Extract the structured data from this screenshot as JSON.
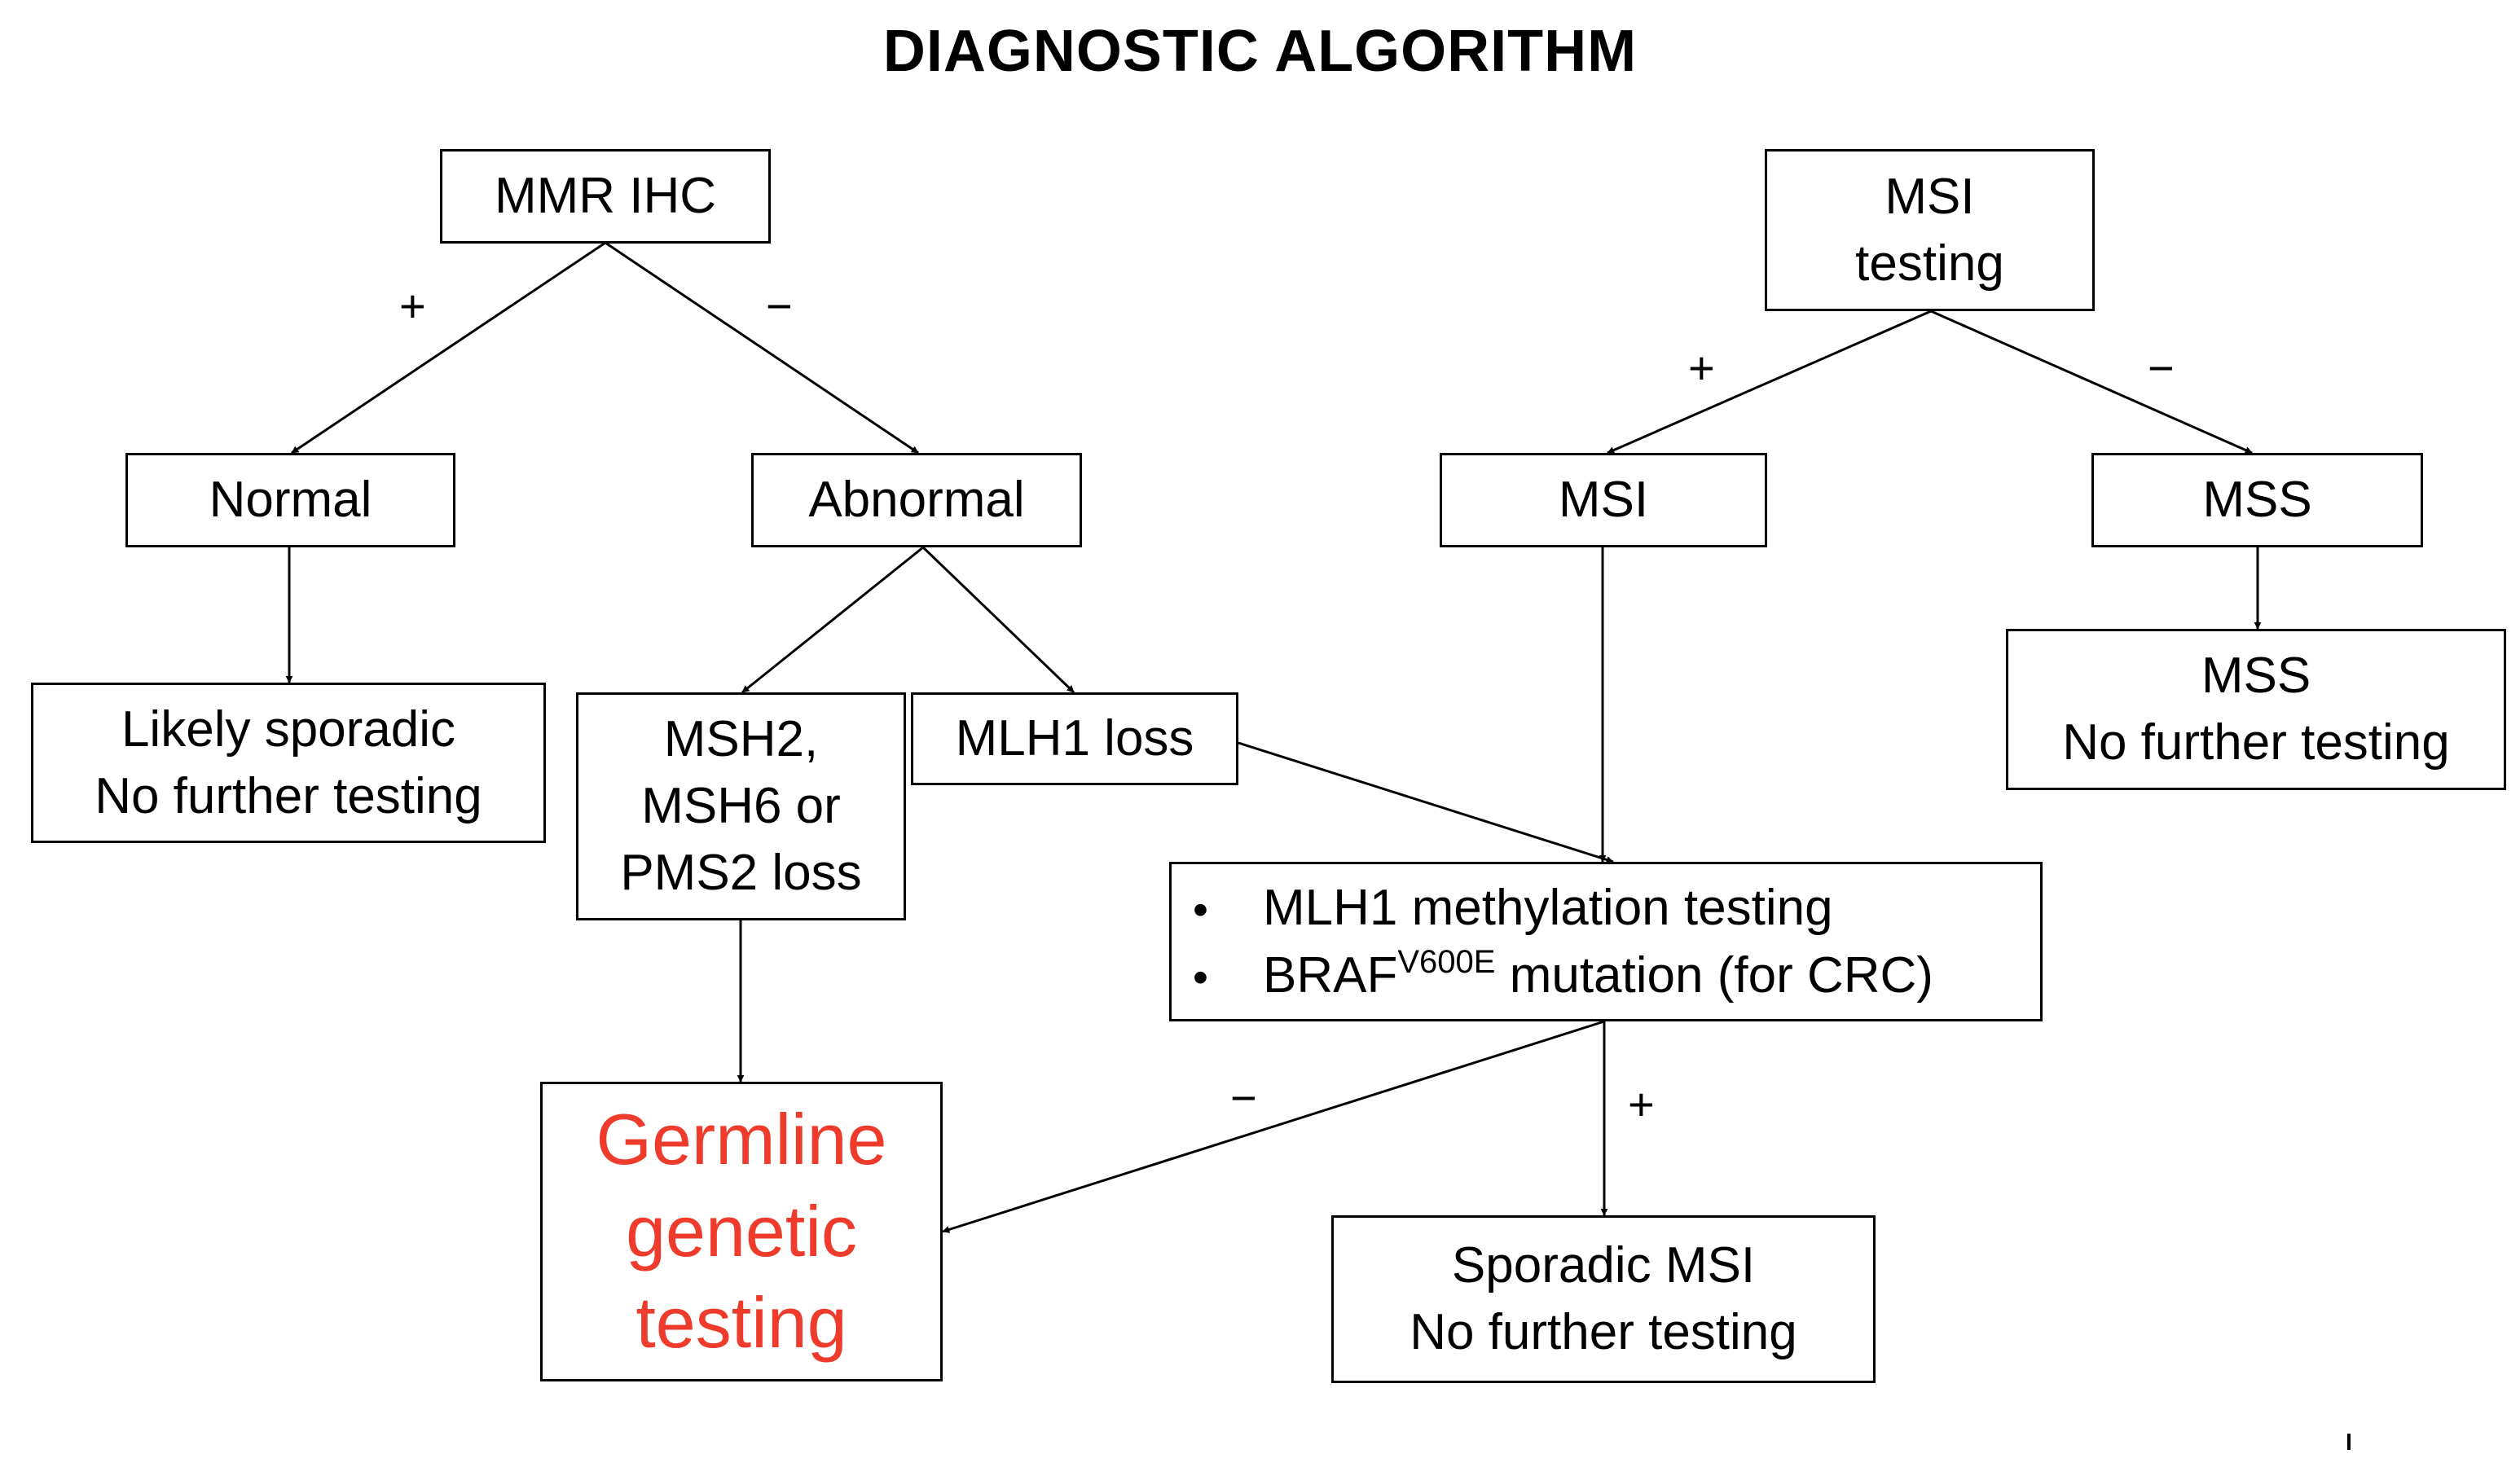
{
  "title": "DIAGNOSTIC ALGORITHM",
  "colors": {
    "germline_text": "#ee3b2c",
    "line": "#000000"
  },
  "nodes": {
    "mmr_ihc": [
      "MMR IHC"
    ],
    "normal": [
      "Normal"
    ],
    "abnormal": [
      "Abnormal"
    ],
    "likely_sporadic": [
      "Likely sporadic",
      "No further testing"
    ],
    "msh2_loss": [
      "MSH2,",
      "MSH6 or",
      "PMS2 loss"
    ],
    "mlh1_loss": [
      "MLH1 loss"
    ],
    "germline": [
      "Germline",
      "genetic",
      "testing"
    ],
    "msi_testing": [
      "MSI",
      "testing"
    ],
    "msi": [
      "MSI"
    ],
    "mss": [
      "MSS"
    ],
    "mss_result": [
      "MSS",
      "No further testing"
    ],
    "methylation": {
      "bullet": "•",
      "item1": "MLH1 methylation testing",
      "item2_main": "BRAF",
      "item2_sup": "V600E",
      "item2_rest": " mutation (for CRC)"
    },
    "sporadic_msi": [
      "Sporadic MSI",
      "No further testing"
    ]
  },
  "edge_labels": {
    "ihc_normal": "+",
    "ihc_abnormal": "−",
    "msi_msi": "+",
    "msi_mss": "−",
    "meth_germline": "−",
    "meth_sporadic": "+"
  }
}
